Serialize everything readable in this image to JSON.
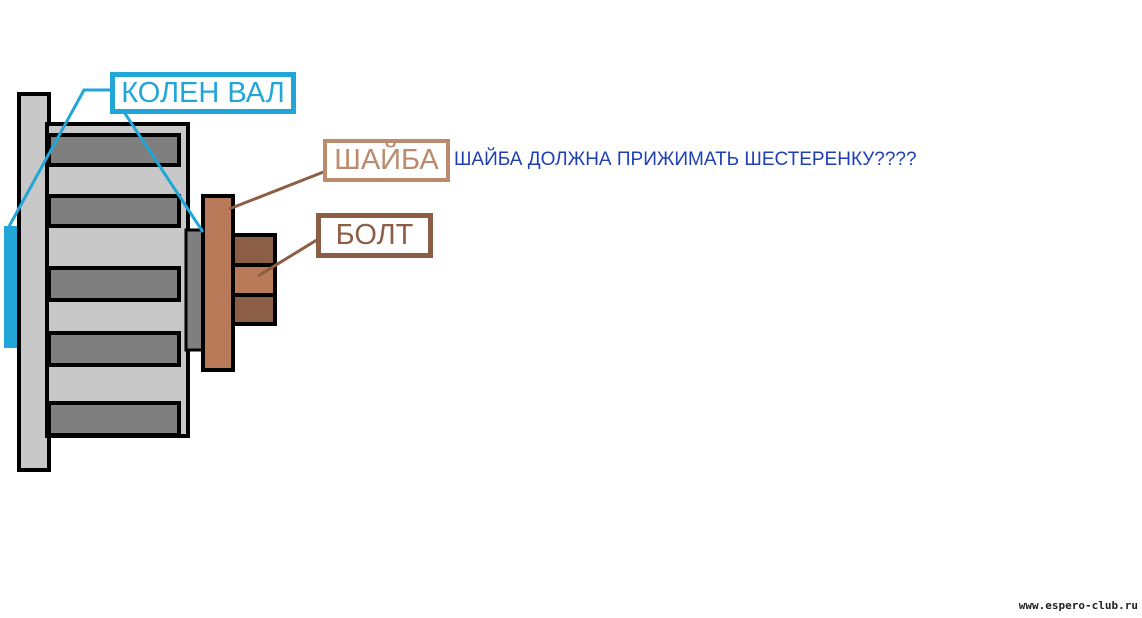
{
  "labels": {
    "crankshaft": "КОЛЕН ВАЛ",
    "washer": "ШАЙБА",
    "bolt": "БОЛТ"
  },
  "question": "ШАЙБА ДОЛЖНА ПРИЖИМАТЬ ШЕСТЕРЕНКУ????",
  "watermark": "www.espero-club.ru",
  "colors": {
    "crankshaft": "#22a6d8",
    "washer": "#bc8a6c",
    "bolt": "#8b5e45",
    "question": "#1f3fb5",
    "gear_body": "#c8c8c8",
    "gear_teeth": "#7f7f7f",
    "outline": "#000000"
  }
}
